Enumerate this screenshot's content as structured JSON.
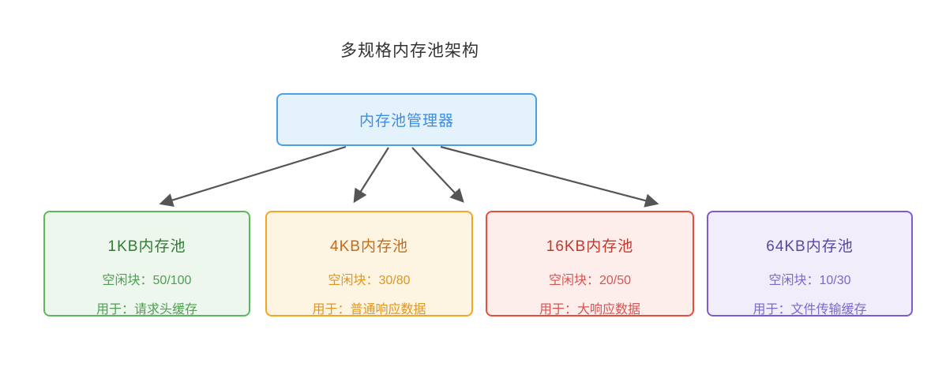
{
  "title": "多规格内存池架构",
  "manager": {
    "label": "内存池管理器",
    "colors": {
      "border": "#4C9FE8",
      "fill": "#E4F2FC",
      "text": "#3A8EE6"
    }
  },
  "arrow_color": "#555555",
  "pools": [
    {
      "name": "1KB内存池",
      "free": "空闲块：50/100",
      "usage": "用于：请求头缓存",
      "colors": {
        "border": "#5CB85C",
        "fill": "#EDF7ED",
        "title": "#2E7D32",
        "text": "#4CA050"
      }
    },
    {
      "name": "4KB内存池",
      "free": "空闲块：30/80",
      "usage": "用于：普通响应数据",
      "colors": {
        "border": "#F5A623",
        "fill": "#FDF4E2",
        "title": "#C96A14",
        "text": "#E0961F"
      }
    },
    {
      "name": "16KB内存池",
      "free": "空闲块：20/50",
      "usage": "用于：大响应数据",
      "colors": {
        "border": "#E74C3C",
        "fill": "#FDEDEB",
        "title": "#C0392B",
        "text": "#D9534F"
      }
    },
    {
      "name": "64KB内存池",
      "free": "空闲块：10/30",
      "usage": "用于：文件传输缓存",
      "colors": {
        "border": "#7E5BD6",
        "fill": "#F2EDFB",
        "title": "#5646A8",
        "text": "#7B68CE"
      }
    }
  ]
}
